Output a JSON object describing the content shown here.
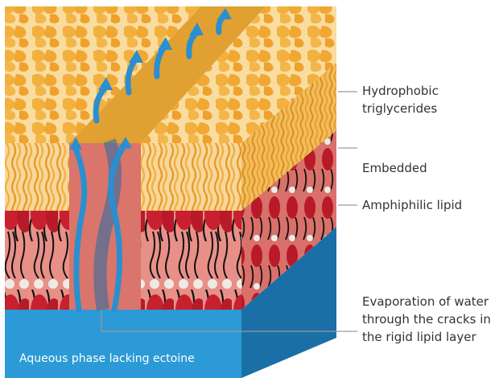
{
  "labels": {
    "hydrophobic": "Hydrophobic\ntriglycerides",
    "embedded": "Embedded",
    "amphiphilic": "Amphiphilic lipid",
    "evaporation": "Evaporation of water\nthrough the cracks in\nthe rigid lipid layer",
    "aqueous": "Aqueous phase lacking ectoine"
  },
  "colors": {
    "aqueous": "#2b9ad6",
    "aqueous_side": "#1a6fa6",
    "triglyceride": "#f2b13e",
    "triglyceride_light": "#f9d98a",
    "lipid_head_red": "#c8202f",
    "lipid_band_pink": "#e58b82",
    "water_arrow": "#2a8fd0",
    "leader_line": "#9a9a9a"
  }
}
